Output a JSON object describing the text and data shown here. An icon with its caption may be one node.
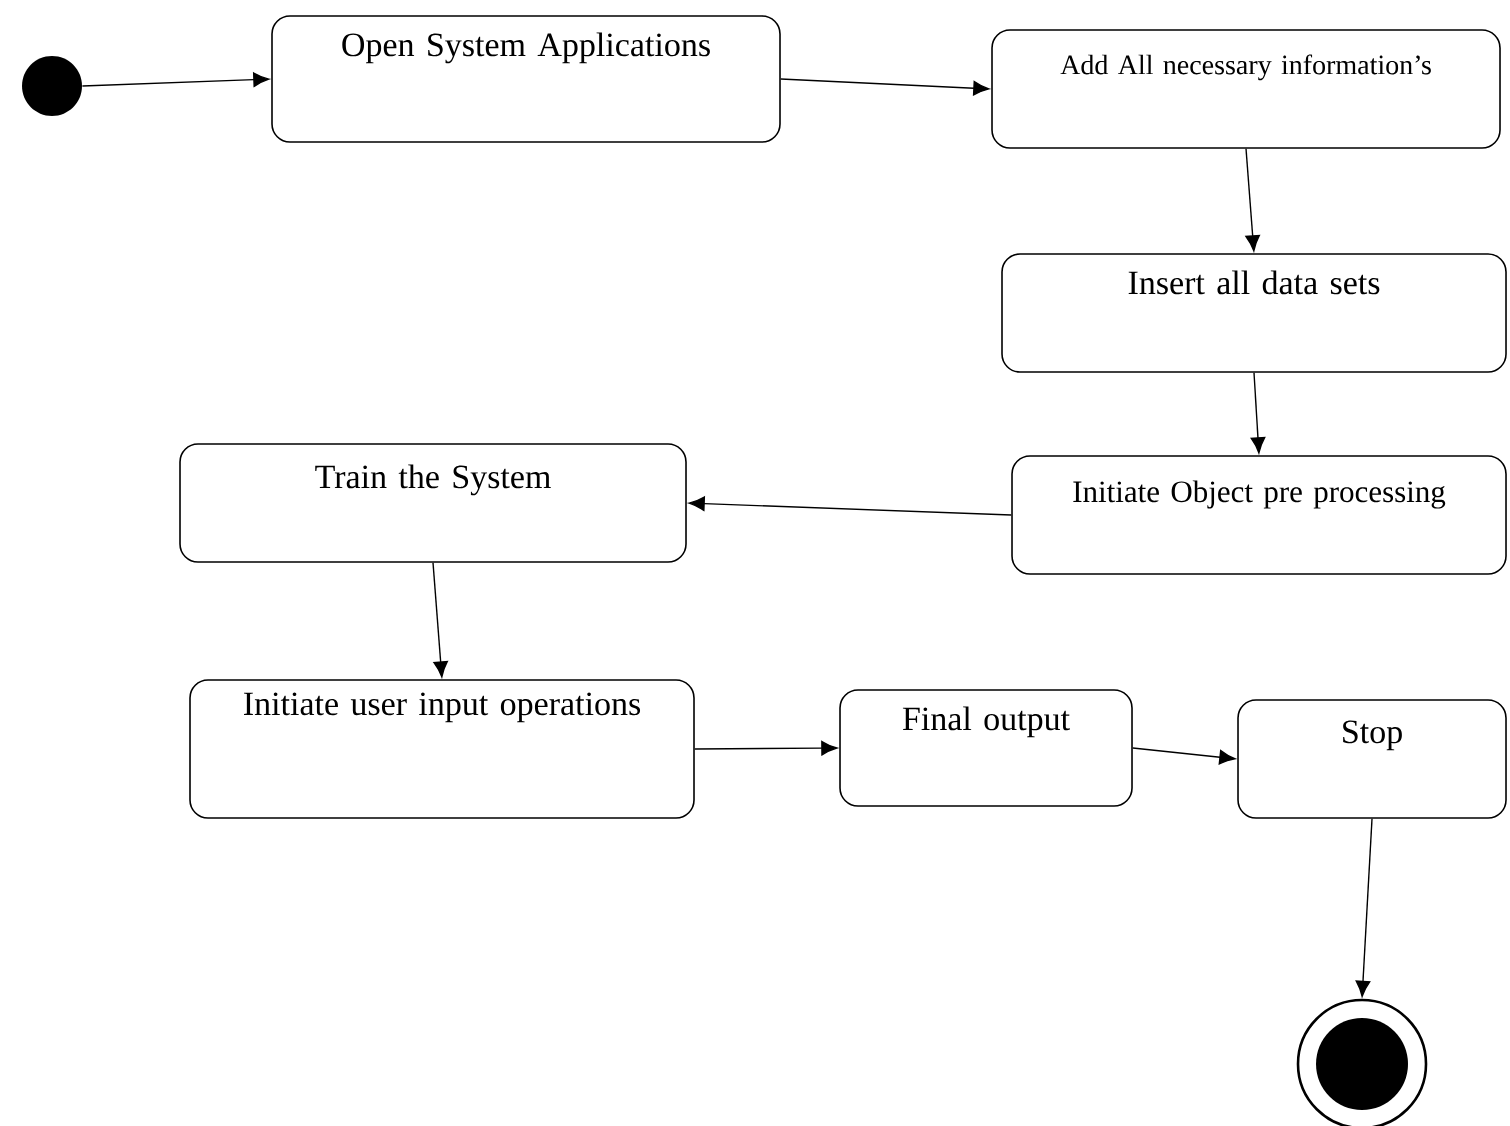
{
  "diagram": {
    "nodes": [
      {
        "text": [],
        "shape": "circle"
      },
      {
        "text": [
          "Open System Applications"
        ]
      },
      {
        "text": [
          "Add All necessary information’s"
        ]
      },
      {
        "text": [
          "Insert all data sets"
        ]
      },
      {
        "text": [
          "Initiate Object pre processing"
        ]
      },
      {
        "text": [
          "Train the System"
        ]
      },
      {
        "text": [
          "Initiate user input operations"
        ]
      },
      {
        "text": [
          "Final output"
        ]
      },
      {
        "text": [
          "Stop"
        ]
      },
      {
        "text": [],
        "shape": "circle"
      }
    ],
    "edges": [
      {
        "from": 0,
        "to": 1,
        "arrow": "to"
      },
      {
        "from": 1,
        "to": 2,
        "arrow": "to"
      },
      {
        "from": 2,
        "to": 3,
        "arrow": "to"
      },
      {
        "from": 3,
        "to": 4,
        "arrow": "to"
      },
      {
        "from": 4,
        "to": 5,
        "arrow": "to"
      },
      {
        "from": 5,
        "to": 6,
        "arrow": "to"
      },
      {
        "from": 6,
        "to": 7,
        "arrow": "to"
      },
      {
        "from": 7,
        "to": 8,
        "arrow": "to"
      },
      {
        "from": 8,
        "to": 9,
        "arrow": "to"
      }
    ]
  }
}
